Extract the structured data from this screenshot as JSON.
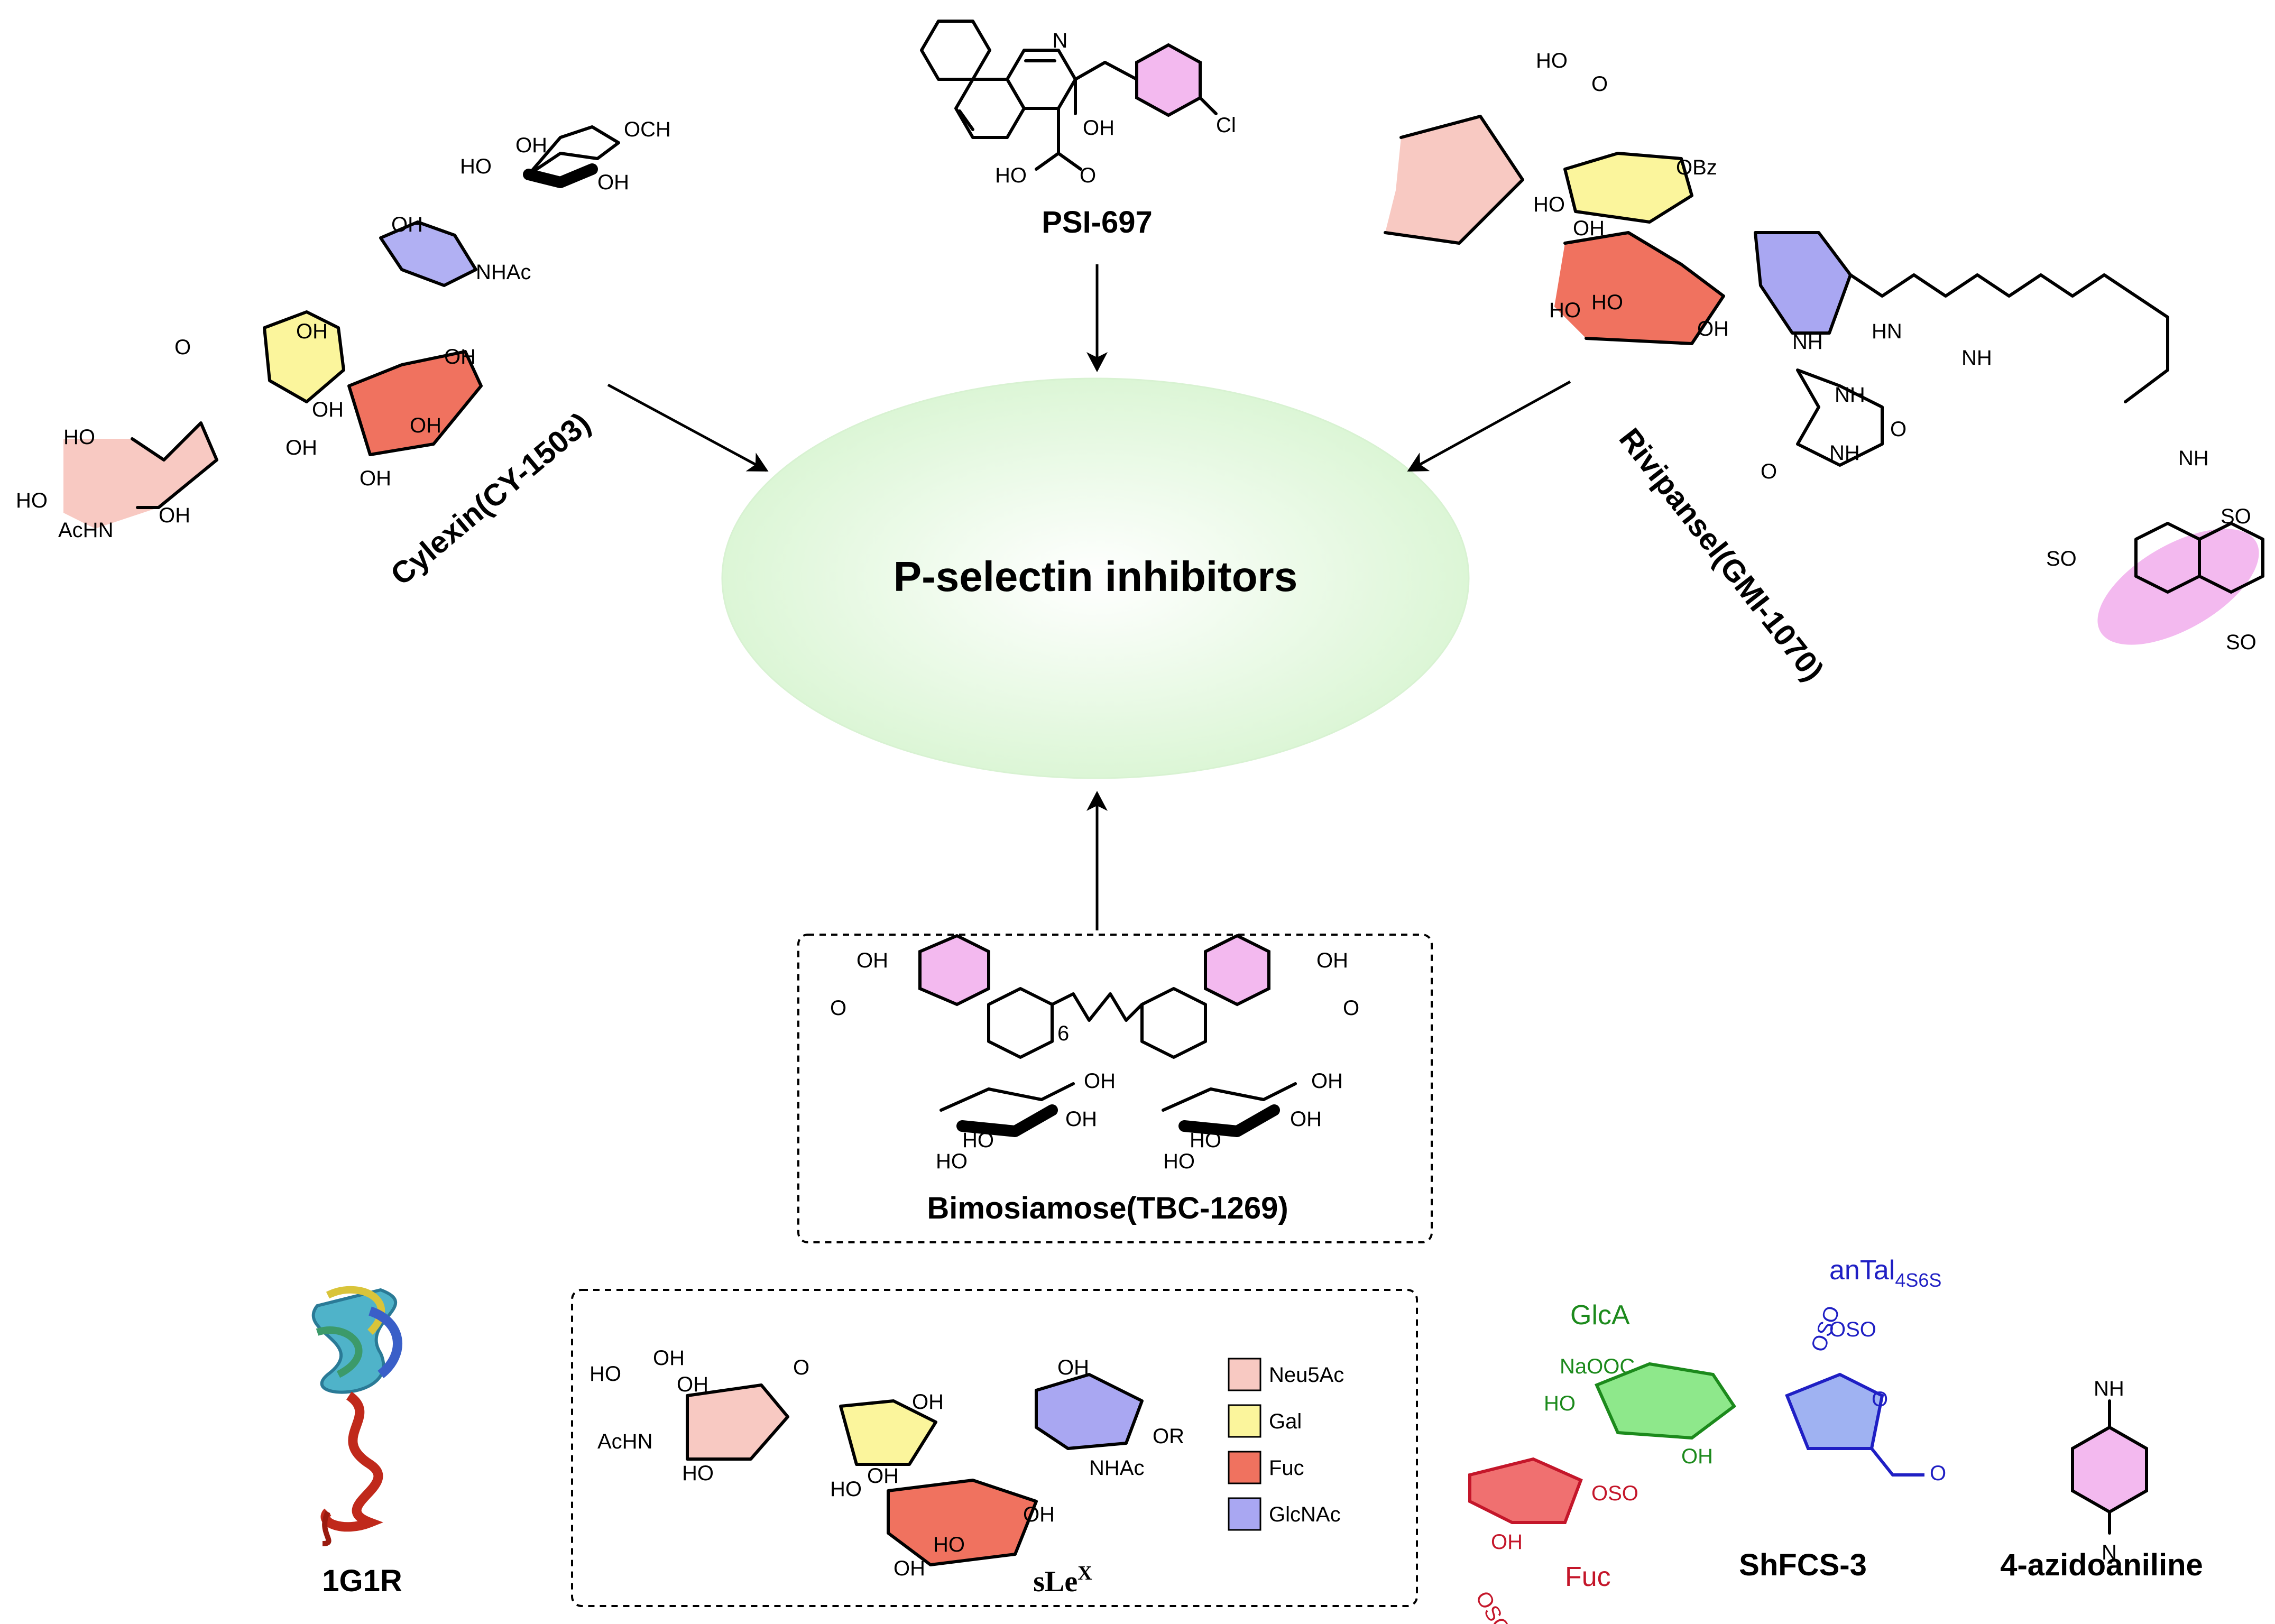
{
  "center": {
    "title": "P-selectin inhibitors"
  },
  "compounds": {
    "psi697": "PSI-697",
    "cylexin": "Cylexin(CY-1503)",
    "rivipansel": "Rivipansel(GMI-1070)",
    "bimosiamose": "Bimosiamose(TBC-1269)",
    "protein": "1G1R",
    "slex": "sLe",
    "slex_sup": "X",
    "shfcs3": "ShFCS-3",
    "azido": "4-azidoaniline"
  },
  "legend": {
    "items": [
      {
        "label": "Neu5Ac",
        "color": "#f8c9c2"
      },
      {
        "label": "Gal",
        "color": "#fbf59c"
      },
      {
        "label": "Fuc",
        "color": "#f0725f"
      },
      {
        "label": "GlcNAc",
        "color": "#a9a7f2"
      }
    ]
  },
  "shfcs_labels": {
    "glca": "GlcA",
    "antal_main": "anTal",
    "antal_sub": "4S6S",
    "fuc": "Fuc"
  },
  "atoms": {
    "oh": "OH",
    "ho": "HO",
    "o": "O",
    "och3": "OCH",
    "nhac": "NHAc",
    "achn": "AcHN",
    "cl": "Cl",
    "n": "N",
    "nh": "NH",
    "hn": "HN",
    "obz": "OBz",
    "o_minus": "O",
    "so3": "SO",
    "oso3na": "OSO",
    "naooc": "NaOOC",
    "nh2": "NH",
    "n3": "N",
    "or": "OR",
    "six": "6"
  },
  "colors": {
    "neu5ac": "#f8c9c2",
    "gal": "#fbf59c",
    "fuc": "#f0725f",
    "glcnac": "#a9a7f2",
    "aromatic": "#f3b9ef",
    "ellipse": "#e6f9e2",
    "glca_green": "#1c8a1c",
    "antal_blue": "#1f1fc4",
    "fuc_red": "#c4162a"
  }
}
